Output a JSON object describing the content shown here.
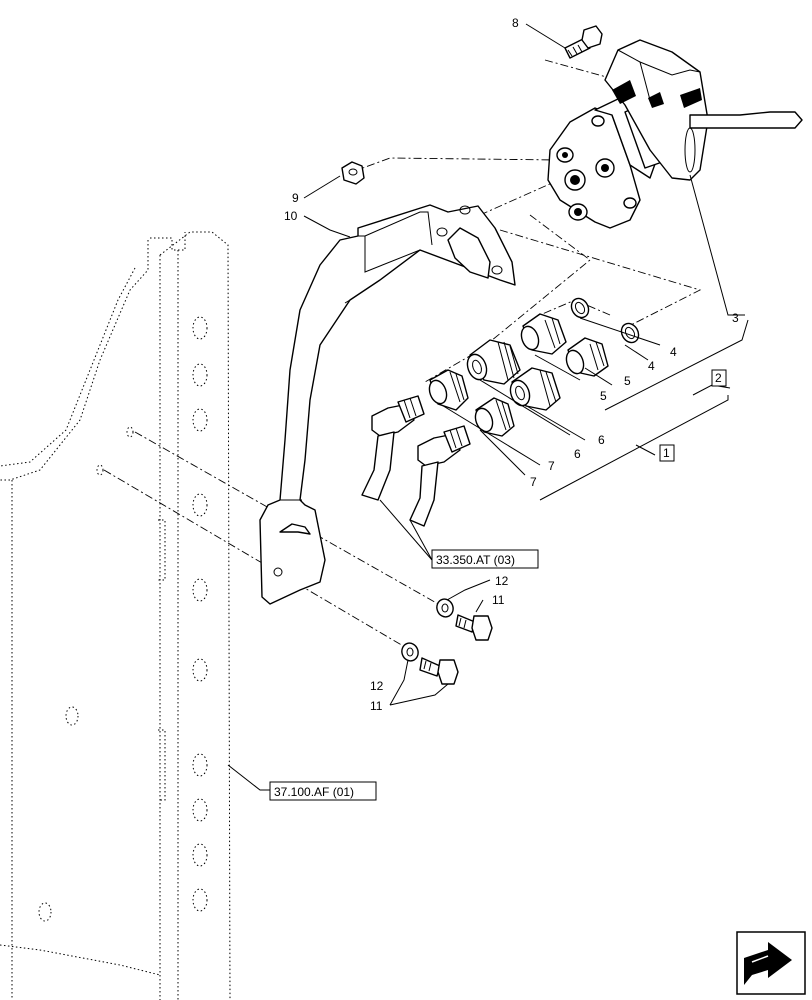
{
  "callouts": {
    "c1": "8",
    "c2": "9",
    "c3": "10",
    "c4": "3",
    "c5": "4",
    "c6": "4",
    "c7": "5",
    "c8": "5",
    "c9": "6",
    "c10": "6",
    "c11": "7",
    "c12": "7",
    "c13": "12",
    "c14": "11",
    "c15": "12",
    "c16": "11"
  },
  "assemblies": {
    "a1": "2",
    "a2": "1"
  },
  "references": {
    "r1": "33.350.AT (03)",
    "r2": "37.100.AF (01)"
  },
  "nav_icon": "arrow-navigation-icon"
}
